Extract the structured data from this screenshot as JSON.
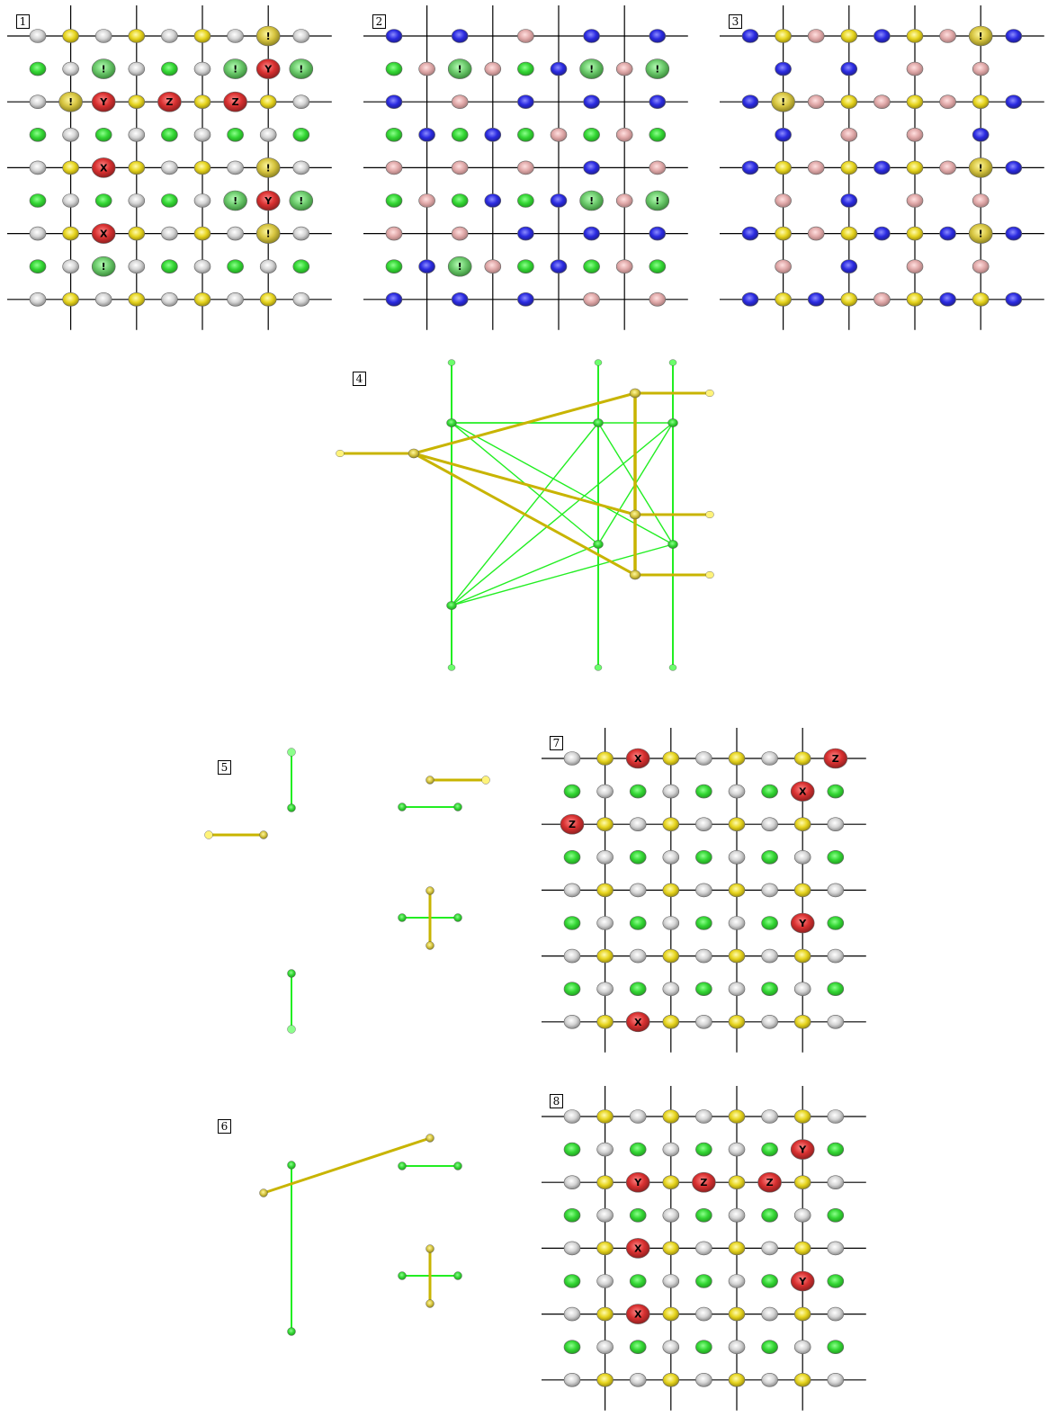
{
  "panels": [
    {
      "id": "1",
      "label": "1"
    },
    {
      "id": "2",
      "label": "2"
    },
    {
      "id": "3",
      "label": "3"
    },
    {
      "id": "4",
      "label": "4"
    },
    {
      "id": "5",
      "label": "5"
    },
    {
      "id": "6",
      "label": "6"
    },
    {
      "id": "7",
      "label": "7"
    },
    {
      "id": "8",
      "label": "8"
    }
  ],
  "markers": {
    "excl": "!",
    "x": "X",
    "y": "Y",
    "z": "Z"
  },
  "colors": {
    "grid_line": "#000000",
    "gray_node": "#c8c8c8",
    "yellow_node": "#e8d61c",
    "green_node": "#33d633",
    "red_node": "#e03030",
    "blue_node": "#2a2ae0",
    "pink_node": "#e0a8a8",
    "green_edge": "#22ee22",
    "yellow_edge": "#c8b400"
  }
}
